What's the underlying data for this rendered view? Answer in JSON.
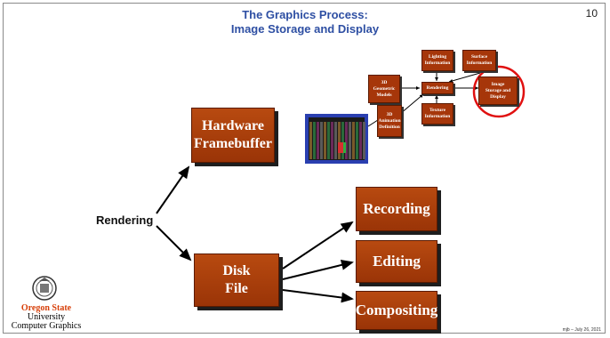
{
  "slide": {
    "title_line1": "The Graphics Process:",
    "title_line2": "Image Storage and Display",
    "page_number": "10",
    "framebuffer_line1": "Hardware",
    "framebuffer_line2": "Framebuffer",
    "rendering_label": "Rendering",
    "disk_line1": "Disk",
    "disk_line2": "File",
    "recording": "Recording",
    "editing": "Editing",
    "compositing": "Compositing",
    "footer": "mjb – July 26, 2021"
  },
  "mini_diagram": {
    "lighting_1": "Lighting",
    "lighting_2": "Information",
    "surface_1": "Surface",
    "surface_2": "Information",
    "models_1": "3D",
    "models_2": "Geometric",
    "models_3": "Models",
    "rendering": "Rendering",
    "storage_1": "Image",
    "storage_2": "Storage and",
    "storage_3": "Display",
    "animation_1": "3D",
    "animation_2": "Animation",
    "animation_3": "Definition",
    "texture_1": "Texture",
    "texture_2": "Information"
  },
  "logo": {
    "line1": "Oregon State",
    "line2": "University",
    "line3": "Computer Graphics",
    "accent_color": "#d73f09"
  },
  "colors": {
    "title": "#2e4fa3",
    "box": "#a6360a",
    "highlight_circle": "#e01010",
    "framebuffer_frame": "#2a3fb0"
  }
}
